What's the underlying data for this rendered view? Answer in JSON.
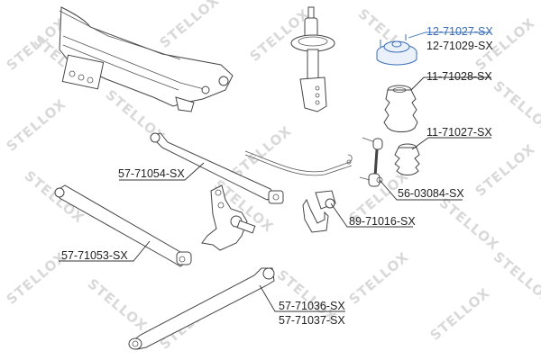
{
  "diagram": {
    "type": "rear suspension exploded parts diagram",
    "watermark_text": "STELLOX",
    "highlight_color": "#3a6fb5",
    "text_color": "#222222",
    "parts": [
      {
        "id": "top-mount",
        "labels": [
          "12-71027-SX",
          "12-71029-SX"
        ],
        "highlighted": "12-71027-SX"
      },
      {
        "id": "bump-stop-boot",
        "labels": [
          "11-71028-SX"
        ]
      },
      {
        "id": "bump-stop",
        "labels": [
          "11-71027-SX"
        ]
      },
      {
        "id": "stabilizer-link",
        "labels": [
          "56-03084-SX"
        ]
      },
      {
        "id": "stabilizer-bushing",
        "labels": [
          "89-71016-SX"
        ]
      },
      {
        "id": "upper-control-arm",
        "labels": [
          "57-71054-SX"
        ]
      },
      {
        "id": "lower-control-arm",
        "labels": [
          "57-71053-SX"
        ]
      },
      {
        "id": "trailing-arm",
        "labels": [
          "57-71036-SX",
          "57-71037-SX"
        ]
      }
    ]
  }
}
